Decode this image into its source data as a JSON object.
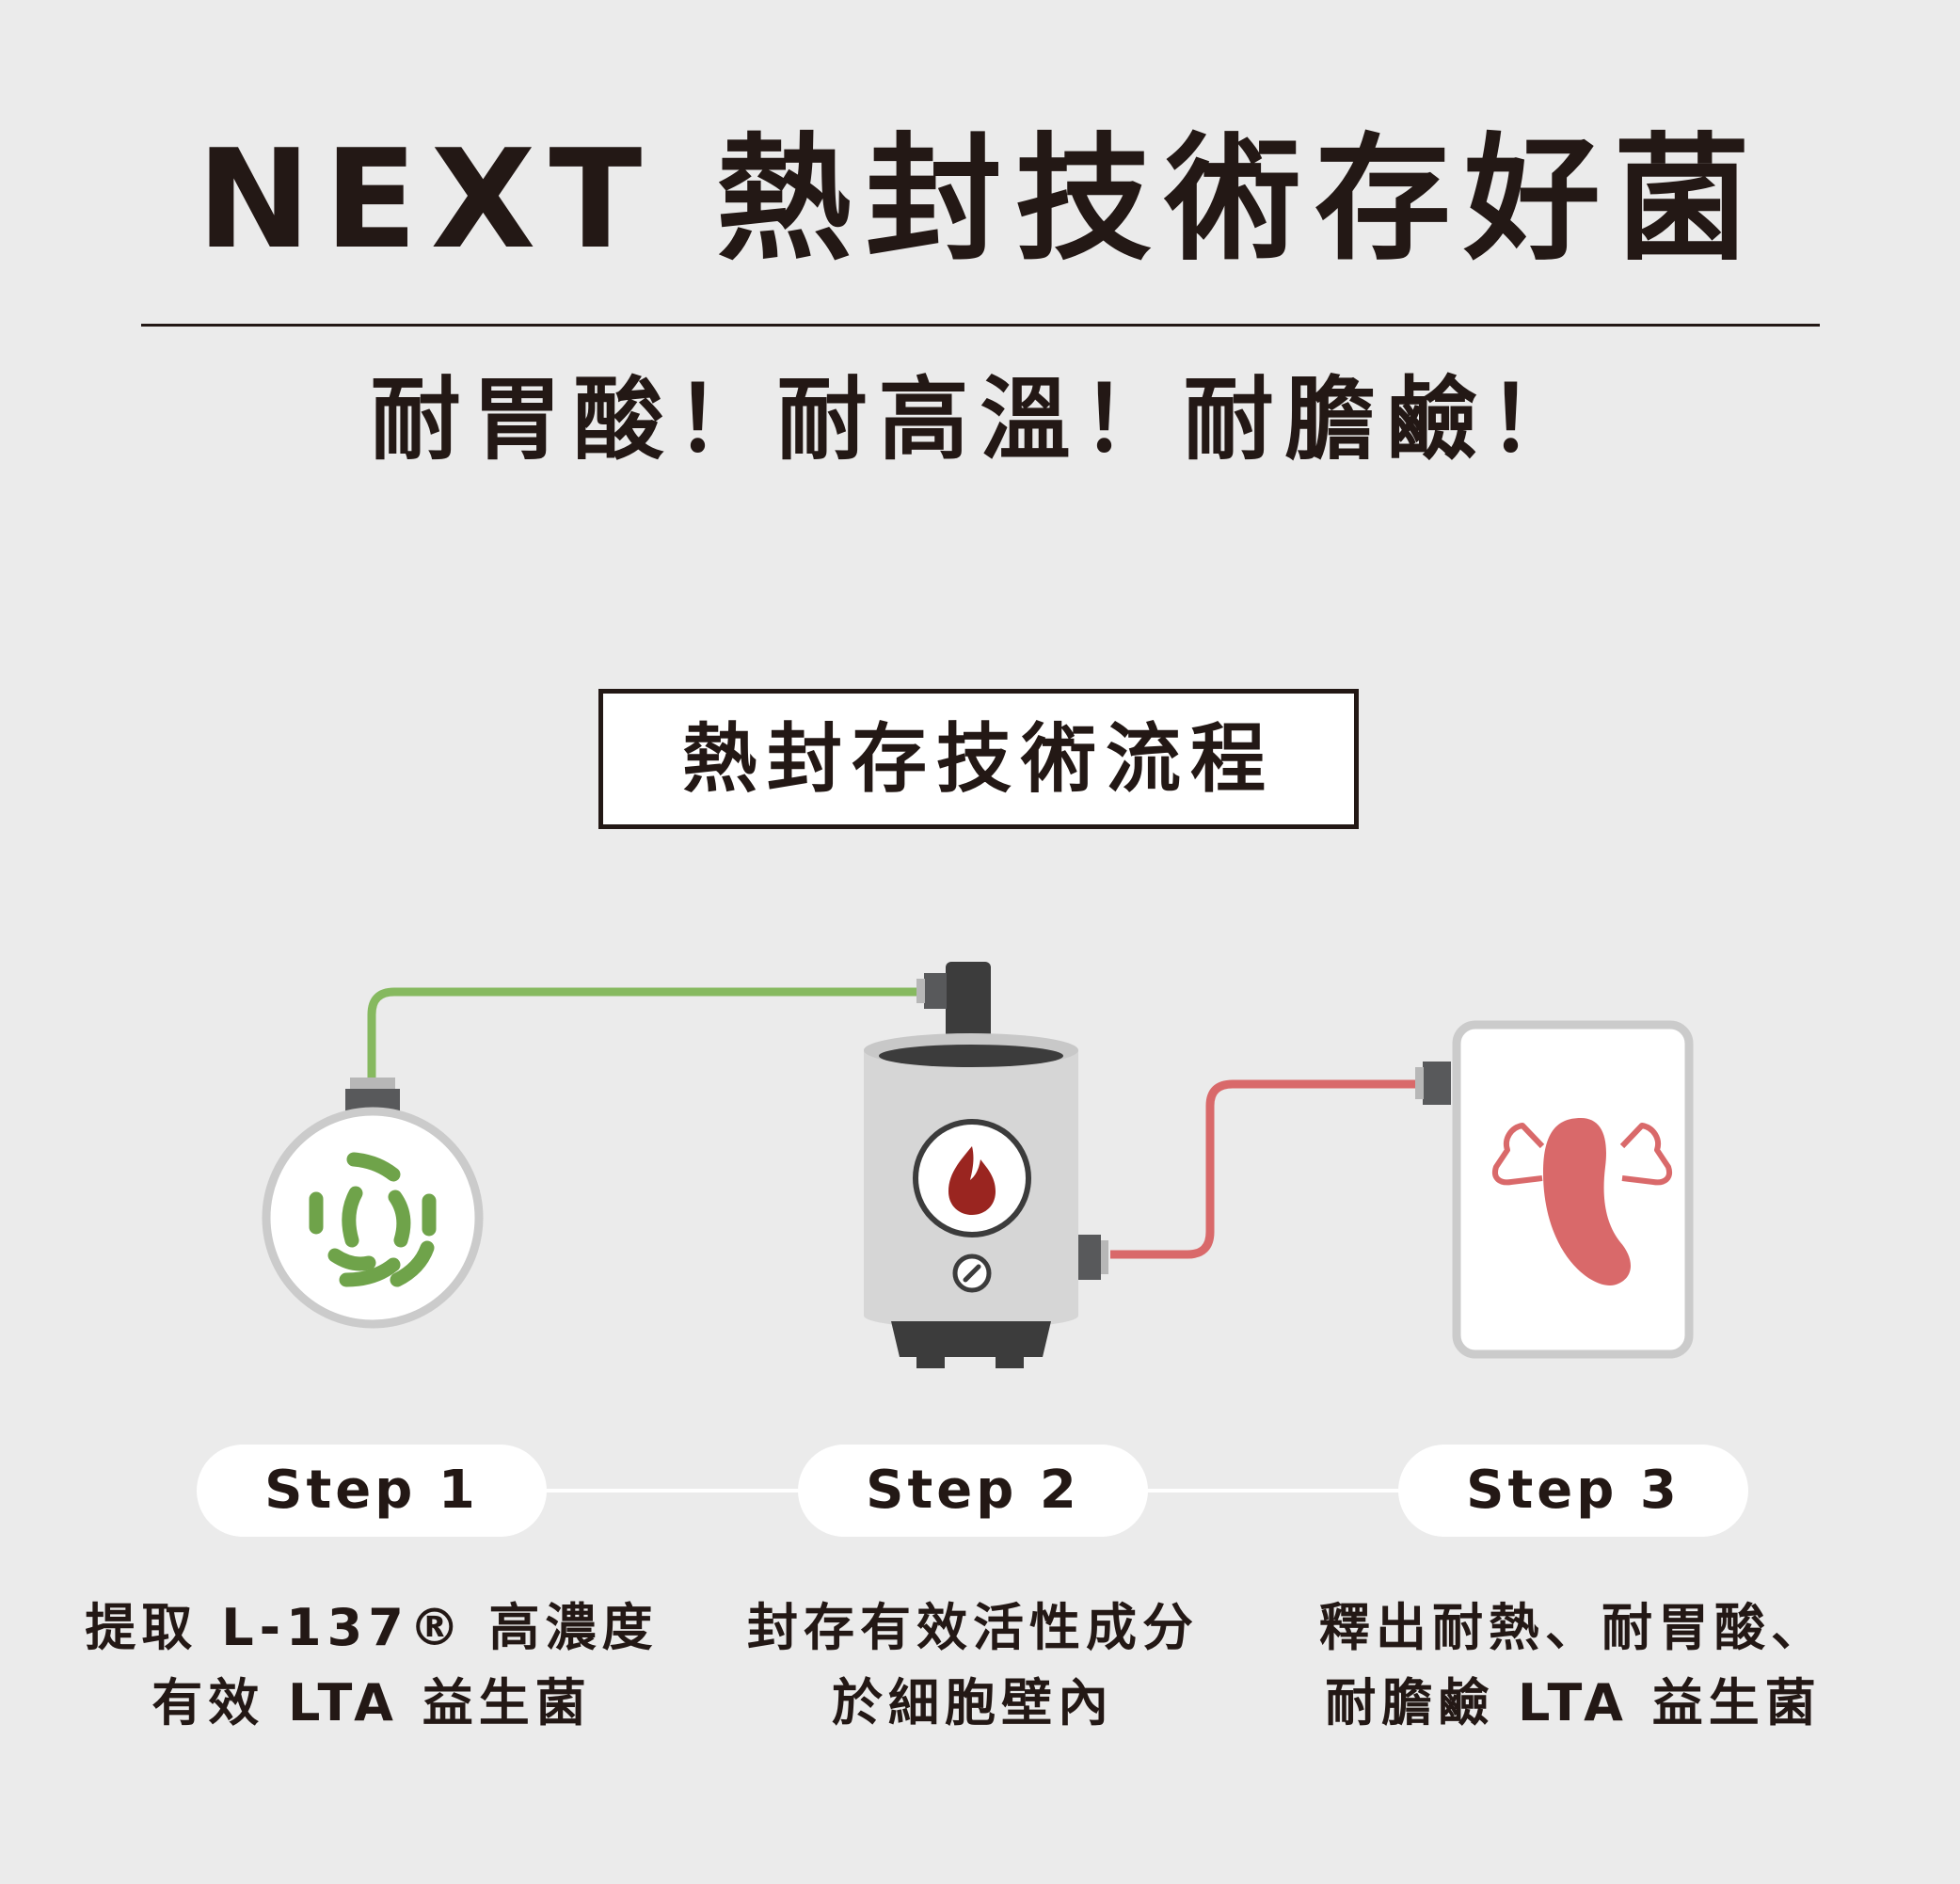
{
  "header": {
    "title": "NEXT 熱封技術存好菌",
    "subtitle": "耐胃酸！耐高溫！耐膽鹼！"
  },
  "flow": {
    "label": "熱封存技術流程"
  },
  "steps": [
    {
      "label": "Step 1",
      "desc_line1": "提取 L-137® 高濃度",
      "desc_line2": "有效 LTA 益生菌"
    },
    {
      "label": "Step 2",
      "desc_line1": "封存有效活性成分",
      "desc_line2": "於細胞壁內"
    },
    {
      "label": "Step 3",
      "desc_line1": "釋出耐熱、耐胃酸、",
      "desc_line2": "耐膽鹼 LTA 益生菌"
    }
  ],
  "colors": {
    "text": "#231815",
    "green": "#86b95f",
    "bacteria": "#6fa34a",
    "red": "#d9696a",
    "flame": "#9a2520",
    "device": "#d6d6d6"
  },
  "icons": {
    "step1": "bacteria-icon",
    "step2": "heat-seal-machine-icon",
    "step3": "strong-bacteria-icon"
  }
}
